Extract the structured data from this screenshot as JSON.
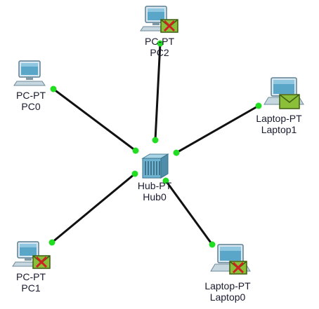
{
  "devices": {
    "pc0": {
      "model": "PC-PT",
      "name": "PC0",
      "pdu": "none"
    },
    "pc1": {
      "model": "PC-PT",
      "name": "PC1",
      "pdu": "failed"
    },
    "pc2": {
      "model": "PC-PT",
      "name": "PC2",
      "pdu": "failed"
    },
    "hub0": {
      "model": "Hub-PT",
      "name": "Hub0",
      "pdu": "none"
    },
    "laptop0": {
      "model": "Laptop-PT",
      "name": "Laptop0",
      "pdu": "failed"
    },
    "laptop1": {
      "model": "Laptop-PT",
      "name": "Laptop1",
      "pdu": "success"
    }
  },
  "colors": {
    "cable": "#111111",
    "link_light": "#22dd22",
    "device_blue": "#5aa6c8",
    "envelope_green": "#8bbf3a",
    "fail_cross": "#cc2222"
  }
}
